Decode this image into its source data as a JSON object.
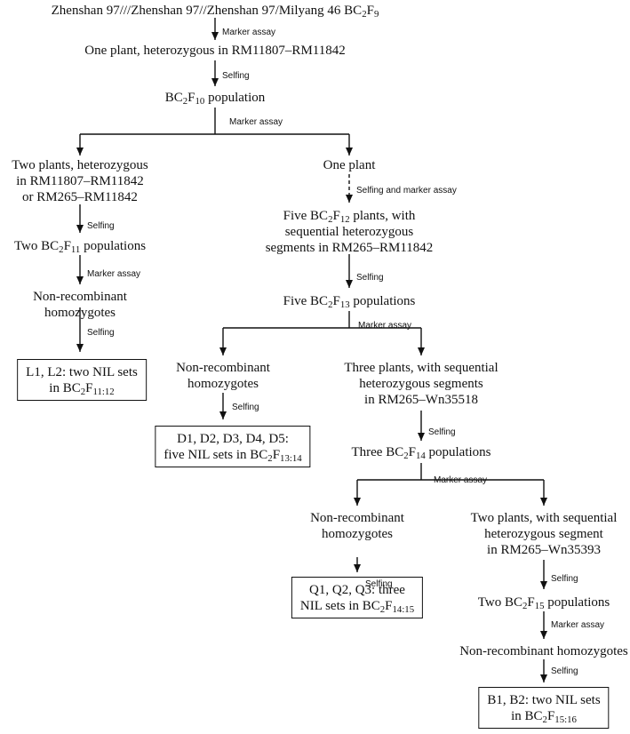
{
  "nodes": [
    {
      "id": "n_start",
      "boxed": false,
      "lines": [
        "Zhenshan 97///Zhenshan 97//Zhenshan 97/Milyang 46 BC_{2}F_{9}"
      ]
    },
    {
      "id": "n_one_plant_a",
      "boxed": false,
      "lines": [
        "One plant, heterozygous in RM11807–RM11842"
      ]
    },
    {
      "id": "n_bc2f10",
      "boxed": false,
      "lines": [
        "BC_{2}F_{10} population"
      ]
    },
    {
      "id": "n_two_plants",
      "boxed": false,
      "lines": [
        "Two plants, heterozygous",
        "in RM11807–RM11842",
        "or RM265–RM11842"
      ]
    },
    {
      "id": "n_one_plant_b",
      "boxed": false,
      "lines": [
        "One plant"
      ]
    },
    {
      "id": "n_two_bc2f11",
      "boxed": false,
      "lines": [
        "Two BC_{2}F_{11} populations"
      ]
    },
    {
      "id": "n_five_bc2f12",
      "boxed": false,
      "lines": [
        "Five BC_{2}F_{12} plants, with",
        "sequential heterozygous",
        "segments in RM265–RM11842"
      ]
    },
    {
      "id": "n_nonrec_l",
      "boxed": false,
      "lines": [
        "Non-recombinant",
        "homozygotes"
      ]
    },
    {
      "id": "n_five_bc2f13",
      "boxed": false,
      "lines": [
        "Five BC_{2}F_{13} populations"
      ]
    },
    {
      "id": "n_L",
      "boxed": true,
      "lines": [
        "L1, L2: two NIL sets",
        "in BC_{2}F_{11:12}"
      ]
    },
    {
      "id": "n_nonrec_d",
      "boxed": false,
      "lines": [
        "Non-recombinant",
        "homozygotes"
      ]
    },
    {
      "id": "n_three_plants",
      "boxed": false,
      "lines": [
        "Three plants, with sequential",
        "heterozygous segments",
        "in RM265–Wn35518"
      ]
    },
    {
      "id": "n_D",
      "boxed": true,
      "lines": [
        "D1, D2, D3, D4, D5:",
        "five NIL sets in BC_{2}F_{13:14}"
      ]
    },
    {
      "id": "n_three_bc2f14",
      "boxed": false,
      "lines": [
        "Three BC_{2}F_{14} populations"
      ]
    },
    {
      "id": "n_nonrec_q",
      "boxed": false,
      "lines": [
        "Non-recombinant",
        "homozygotes"
      ]
    },
    {
      "id": "n_two_plants_b",
      "boxed": false,
      "lines": [
        "Two plants, with sequential",
        "heterozygous segment",
        "in RM265–Wn35393"
      ]
    },
    {
      "id": "n_Q",
      "boxed": true,
      "lines": [
        "Q1, Q2, Q3: three",
        "NIL sets in BC_{2}F_{14:15}"
      ]
    },
    {
      "id": "n_two_bc2f15",
      "boxed": false,
      "lines": [
        "Two BC_{2}F_{15} populations"
      ]
    },
    {
      "id": "n_nonrec_b",
      "boxed": false,
      "lines": [
        "Non-recombinant homozygotes"
      ]
    },
    {
      "id": "n_B",
      "boxed": true,
      "lines": [
        "B1, B2: two NIL sets",
        "in BC_{2}F_{15:16}"
      ]
    }
  ],
  "steps": [
    {
      "id": "s1",
      "label": "Marker assay"
    },
    {
      "id": "s2",
      "label": "Selfing"
    },
    {
      "id": "s3",
      "label": "Marker assay"
    },
    {
      "id": "s4",
      "label": "Selfing"
    },
    {
      "id": "s5",
      "label": "Selfing and marker assay"
    },
    {
      "id": "s6",
      "label": "Marker assay"
    },
    {
      "id": "s7",
      "label": "Selfing"
    },
    {
      "id": "s8",
      "label": "Selfing"
    },
    {
      "id": "s9",
      "label": "Marker assay"
    },
    {
      "id": "s10",
      "label": "Selfing"
    },
    {
      "id": "s11",
      "label": "Selfing"
    },
    {
      "id": "s12",
      "label": "Marker assay"
    },
    {
      "id": "s13",
      "label": "Selfing"
    },
    {
      "id": "s14",
      "label": "Selfing"
    },
    {
      "id": "s15",
      "label": "Marker assay"
    },
    {
      "id": "s16",
      "label": "Selfing"
    }
  ]
}
